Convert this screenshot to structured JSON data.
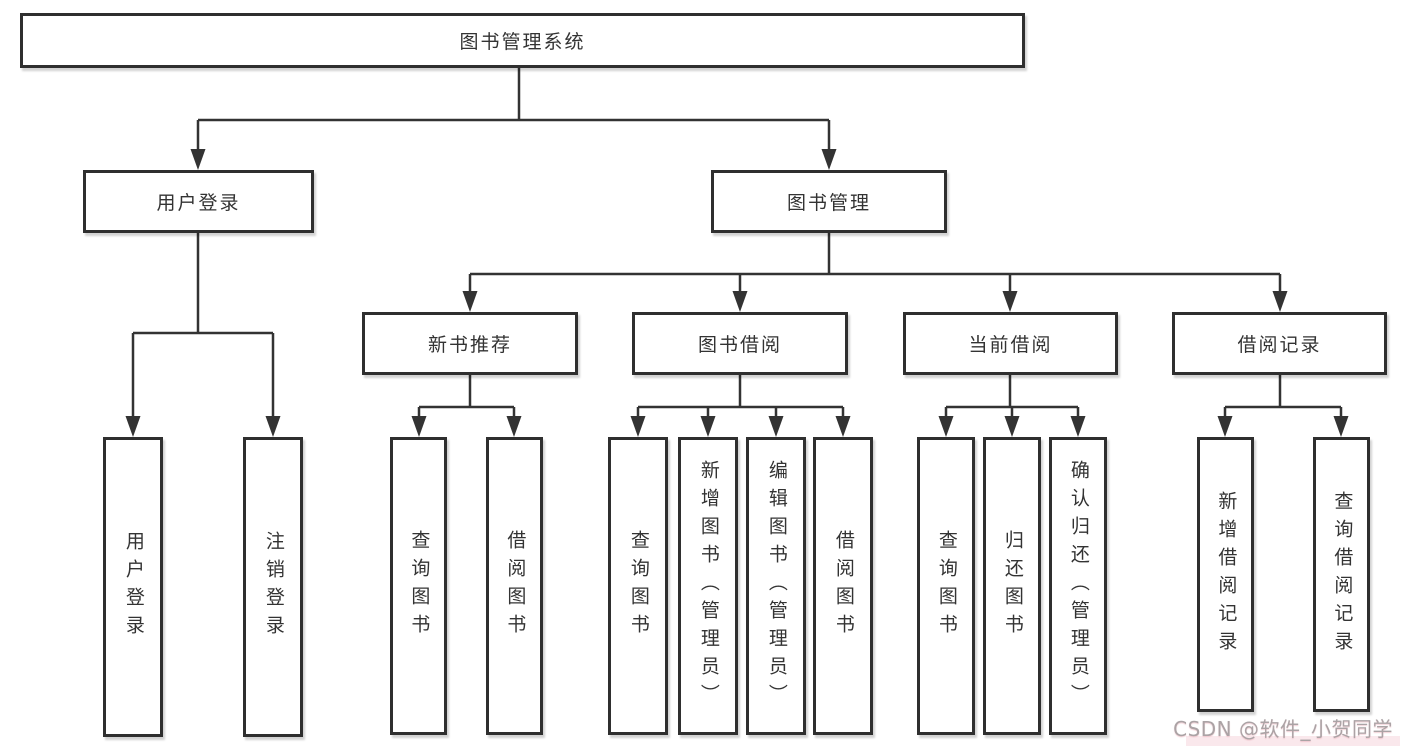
{
  "tree": {
    "label": "图书管理系统",
    "children": [
      {
        "label": "用户登录",
        "children": [
          {
            "label": "用户登录"
          },
          {
            "label": "注销登录"
          }
        ]
      },
      {
        "label": "图书管理",
        "children": [
          {
            "label": "新书推荐",
            "children": [
              {
                "label": "查询图书"
              },
              {
                "label": "借阅图书"
              }
            ]
          },
          {
            "label": "图书借阅",
            "children": [
              {
                "label": "查询图书"
              },
              {
                "label": "新增图书（管理员）"
              },
              {
                "label": "编辑图书（管理员）"
              },
              {
                "label": "借阅图书"
              }
            ]
          },
          {
            "label": "当前借阅",
            "children": [
              {
                "label": "查询图书"
              },
              {
                "label": "归还图书"
              },
              {
                "label": "确认归还（管理员）"
              }
            ]
          },
          {
            "label": "借阅记录",
            "children": [
              {
                "label": "新增借阅记录"
              },
              {
                "label": "查询借阅记录"
              }
            ]
          }
        ]
      }
    ]
  },
  "watermark": {
    "text": "CSDN @软件_小贺同学"
  },
  "colors": {
    "line": "#333333",
    "box_border": "#2f2f2f",
    "box_fill": "#ffffff",
    "text": "#333333",
    "watermark": "#aba3a5",
    "background": "#ffffff"
  }
}
